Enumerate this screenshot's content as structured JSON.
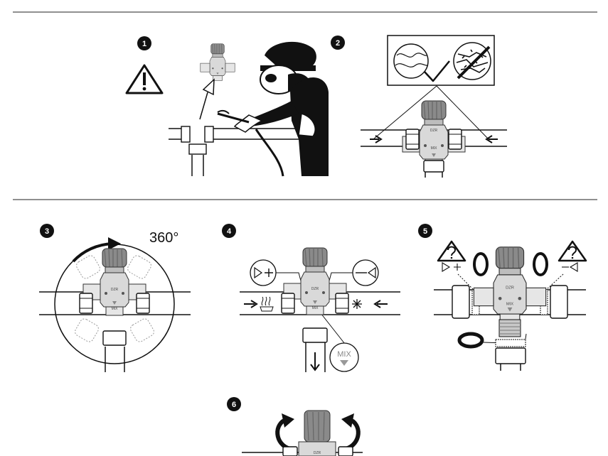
{
  "steps": [
    {
      "number": "1"
    },
    {
      "number": "2"
    },
    {
      "number": "3",
      "rotation_label": "360°"
    },
    {
      "number": "4"
    },
    {
      "number": "5"
    },
    {
      "number": "6"
    }
  ],
  "valve": {
    "brand": "DZR",
    "mix_label": "MIX"
  },
  "step4": {
    "mix_callout": "MIX"
  },
  "colors": {
    "valve_cap": "#8a8a8a",
    "valve_body": "#d9d9d9",
    "line": "#111111"
  },
  "icons": [
    "warning-triangle-icon",
    "question-triangle-icon",
    "hot-water-icon",
    "cold-snowflake-icon",
    "check-mark-icon",
    "arrow-icon"
  ]
}
